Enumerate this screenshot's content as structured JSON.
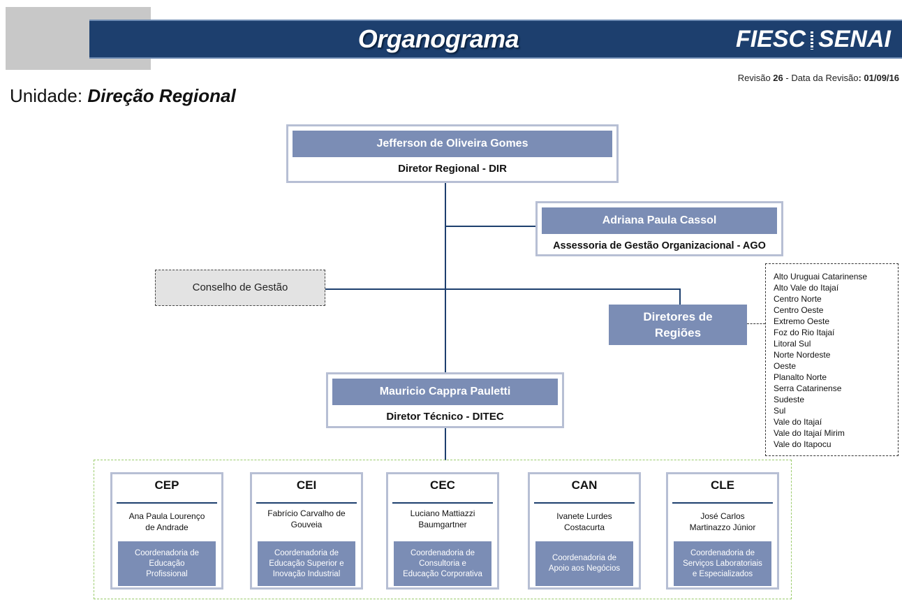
{
  "header": {
    "title": "Organograma",
    "logo_left": "FIESC",
    "logo_right": "SENAI",
    "brand_color": "#1d3f6e"
  },
  "revision": {
    "label": "Revisão ",
    "number": "26",
    "middle": " - Data da Revisão",
    "colon": ": ",
    "date": "01/09/16"
  },
  "unit": {
    "label": "Unidade: ",
    "name": "Direção Regional"
  },
  "director": {
    "name": "Jefferson de Oliveira Gomes",
    "role": "Diretor Regional - DIR"
  },
  "advisory": {
    "name": "Adriana Paula Cassol",
    "role": "Assessoria  de Gestão Organizacional - AGO"
  },
  "council": {
    "label": "Conselho de Gestão"
  },
  "regional_directors": {
    "line1": "Diretores de",
    "line2": "Regiões"
  },
  "regions": [
    "Alto Uruguai Catarinense",
    "Alto Vale do Itajaí",
    "Centro Norte",
    "Centro Oeste",
    "Extremo  Oeste",
    "Foz do Rio Itajaí",
    "Litoral Sul",
    "Norte Nordeste",
    "Oeste",
    "Planalto  Norte",
    "Serra Catarinense",
    "Sudeste",
    "Sul",
    "Vale do Itajaí",
    "Vale do Itajaí  Mirim",
    "Vale do Itapocu"
  ],
  "technical_director": {
    "name": "Mauricio Cappra Pauletti",
    "role": "Diretor Técnico - DITEC"
  },
  "coordinations": [
    {
      "code": "CEP",
      "person_line1": "Ana Paula  Lourenço",
      "person_line2": "de Andrade",
      "dept_line1": "Coordenadoria de",
      "dept_line2": "Educação",
      "dept_line3": "Profissional"
    },
    {
      "code": "CEI",
      "person_line1": "Fabrício Carvalho de",
      "person_line2": "Gouveia",
      "dept_line1": "Coordenadoria de",
      "dept_line2": "Educação Superior e",
      "dept_line3": "Inovação Industrial"
    },
    {
      "code": "CEC",
      "person_line1": "Luciano Mattiazzi",
      "person_line2": "Baumgartner",
      "dept_line1": "Coordenadoria  de",
      "dept_line2": "Consultoria e",
      "dept_line3": "Educação Corporativa"
    },
    {
      "code": "CAN",
      "person_line1": "Ivanete Lurdes",
      "person_line2": "Costacurta",
      "dept_line1": "Coordenadoria de",
      "dept_line2": "Apoio aos  Negócios",
      "dept_line3": ""
    },
    {
      "code": "CLE",
      "person_line1": "José Carlos",
      "person_line2": "Martinazzo Júnior",
      "dept_line1": "Coordenadoria de",
      "dept_line2": "Serviços Laboratoriais",
      "dept_line3": "e Especializados"
    }
  ]
}
